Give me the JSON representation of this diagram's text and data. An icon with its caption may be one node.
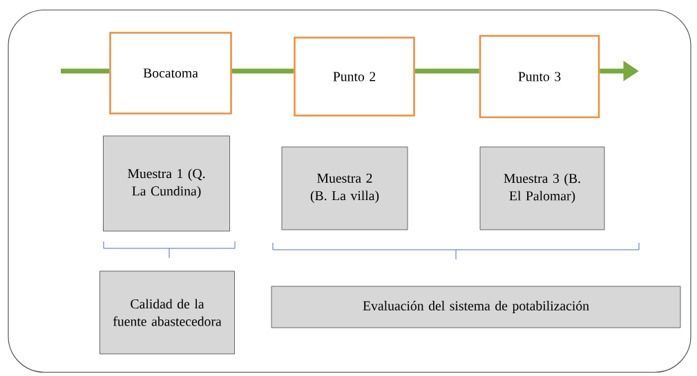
{
  "diagram": {
    "nodes": [
      {
        "text": [],
        "shape": "box"
      },
      {
        "text": [
          "Bocatoma"
        ],
        "in": 0
      },
      {
        "text": [
          "Punto 2"
        ],
        "in": 0
      },
      {
        "text": [
          "Punto 3"
        ],
        "in": 0
      },
      {
        "text": [
          "Muestra 1 (Q. La Cundina)"
        ],
        "in": 0
      },
      {
        "text": [
          "Muestra 2 (B. La villa)"
        ],
        "in": 0
      },
      {
        "text": [
          "Muestra 3 (B. El Palomar)"
        ],
        "in": 0
      },
      {
        "text": [
          "Calidad de la fuente abastecedora"
        ],
        "in": 0
      },
      {
        "text": [
          "Evaluación del sistema de potabilización"
        ],
        "in": 0
      }
    ],
    "edges": [
      {
        "from": null,
        "to": 1,
        "arrow": "none"
      },
      {
        "from": 1,
        "to": 2,
        "arrow": "none"
      },
      {
        "from": 2,
        "to": 3,
        "arrow": "none"
      },
      {
        "from": 3,
        "to": null,
        "arrow": "to"
      }
    ]
  }
}
